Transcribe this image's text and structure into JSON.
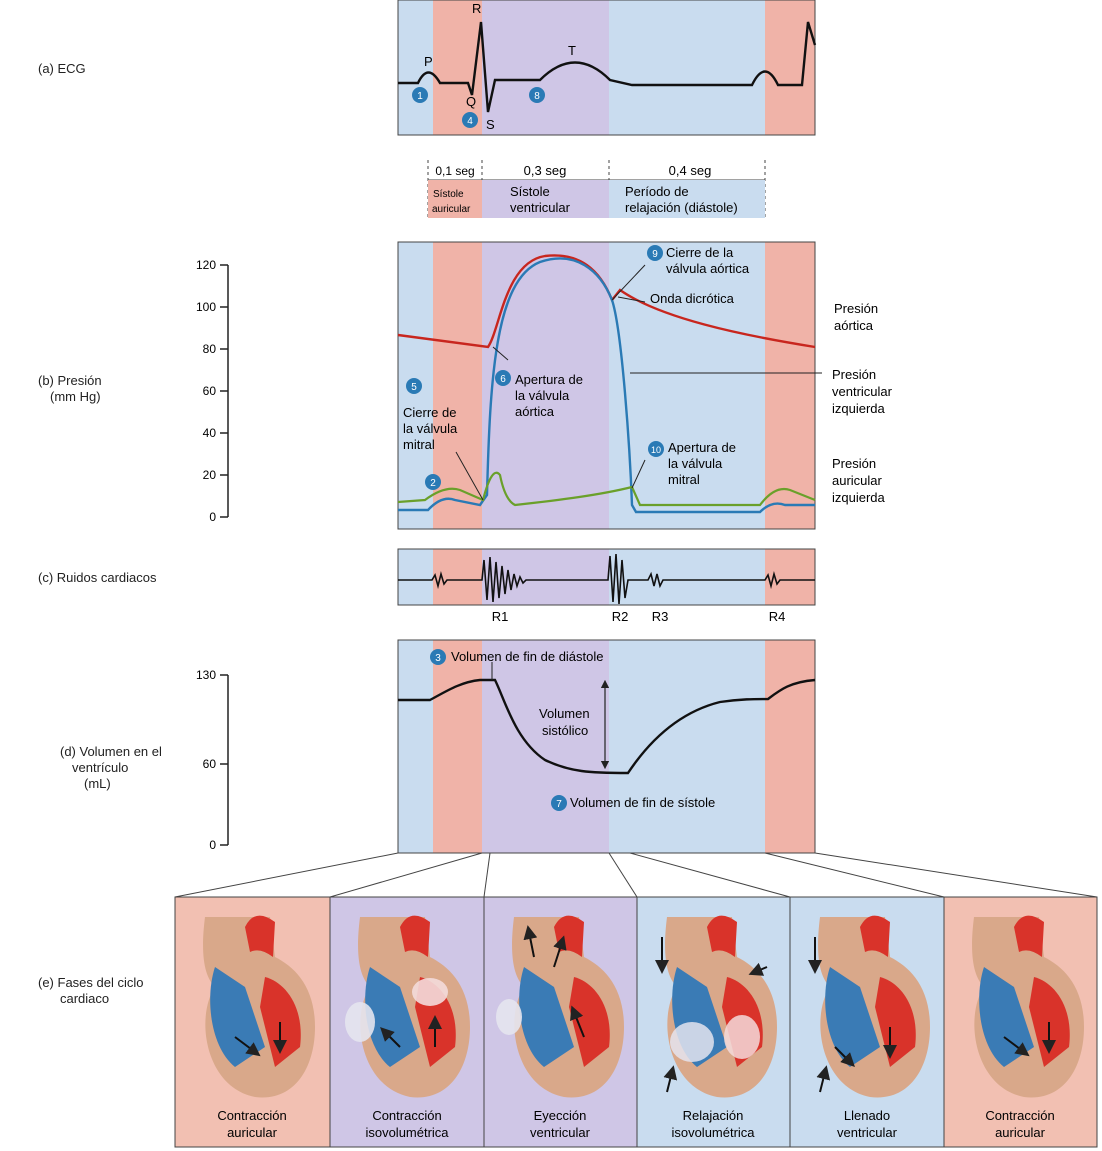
{
  "sections": {
    "ecg": "(a) ECG",
    "pressure_1": "(b) Presión",
    "pressure_2": "(mm Hg)",
    "sounds": "(c) Ruidos cardiacos",
    "volume_1": "(d) Volumen en el",
    "volume_2": "ventrículo",
    "volume_3": "(mL)",
    "phases_1": "(e) Fases del ciclo",
    "phases_2": "cardiaco"
  },
  "ecg_waves": {
    "p": "P",
    "q": "Q",
    "r": "R",
    "s": "S",
    "t": "T"
  },
  "markers": [
    "1",
    "2",
    "3",
    "4",
    "5",
    "6",
    "7",
    "8",
    "9",
    "10"
  ],
  "timing": {
    "t1": "0,1 seg",
    "t2": "0,3 seg",
    "t3": "0,4 seg",
    "p1a": "Sístole",
    "p1b": "auricular",
    "p2a": "Sístole",
    "p2b": "ventricular",
    "p3a": "Período de",
    "p3b": "relajación (diástole)"
  },
  "pressure_axis": [
    "120",
    "100",
    "80",
    "60",
    "40",
    "20",
    "0"
  ],
  "pressure_notes": {
    "valve_ao_close_1": "Cierre de la",
    "valve_ao_close_2": "válvula aórtica",
    "dicrotic": "Onda dicrótica",
    "ao_open_1": "Apertura de",
    "ao_open_2": "la válvula",
    "ao_open_3": "aórtica",
    "mitral_close_1": "Cierre de",
    "mitral_close_2": "la válvula",
    "mitral_close_3": "mitral",
    "mitral_open_1": "Apertura de",
    "mitral_open_2": "la válvula",
    "mitral_open_3": "mitral",
    "aortic_1": "Presión",
    "aortic_2": "aórtica",
    "lv_1": "Presión",
    "lv_2": "ventricular",
    "lv_3": "izquierda",
    "la_1": "Presión",
    "la_2": "auricular",
    "la_3": "izquierda"
  },
  "sounds": [
    "R1",
    "R2",
    "R3",
    "R4"
  ],
  "volume_axis": [
    "130",
    "60",
    "0"
  ],
  "volume_notes": {
    "edv": "Volumen de fin de diástole",
    "sv_1": "Volumen",
    "sv_2": "sistólico",
    "esv": "Volumen de fin de sístole"
  },
  "phases": [
    {
      "l1": "Contracción",
      "l2": "auricular"
    },
    {
      "l1": "Contracción",
      "l2": "isovolumétrica"
    },
    {
      "l1": "Eyección",
      "l2": "ventricular"
    },
    {
      "l1": "Relajación",
      "l2": "isovolumétrica"
    },
    {
      "l1": "Llenado",
      "l2": "ventricular"
    },
    {
      "l1": "Contracción",
      "l2": "auricular"
    }
  ],
  "colors": {
    "blue_band": "#c9dcef",
    "red_band": "#f0b3a8",
    "purple_band": "#cfc6e6",
    "aortic": "#c8261e",
    "ventricular": "#2a7ab5",
    "atrial": "#6aa02a",
    "marker": "#2a7ab5"
  }
}
